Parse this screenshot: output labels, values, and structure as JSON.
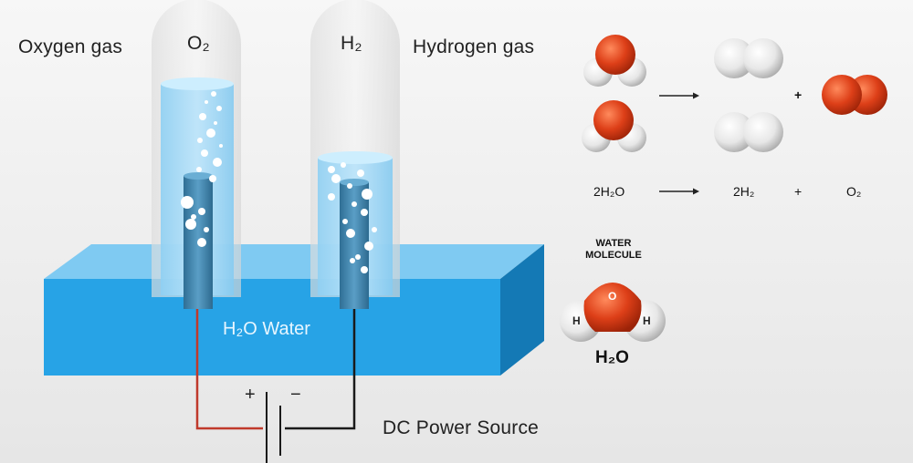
{
  "labels": {
    "oxygen_gas": "Oxygen gas",
    "o2_tube": "O₂",
    "h2_tube": "H₂",
    "hydrogen_gas": "Hydrogen gas",
    "water": "H₂O Water",
    "power_source": "DC Power Source",
    "plus": "+",
    "minus": "−"
  },
  "equation": {
    "reactant": "2H₂O",
    "product1": "2H₂",
    "plus": "+",
    "product2": "O₂",
    "top_plus": "+"
  },
  "molecule": {
    "title_line1": "WATER",
    "title_line2": "MOLECULE",
    "oxygen_symbol": "O",
    "hydrogen_left": "H",
    "hydrogen_right": "H",
    "formula": "H₂O"
  },
  "colors": {
    "water": "#27a3e6",
    "oxygen_atom": "#d63a1a",
    "hydrogen_atom": "#e9e9e9",
    "positive_wire": "#c0392b",
    "negative_wire": "#1a1a1a"
  }
}
